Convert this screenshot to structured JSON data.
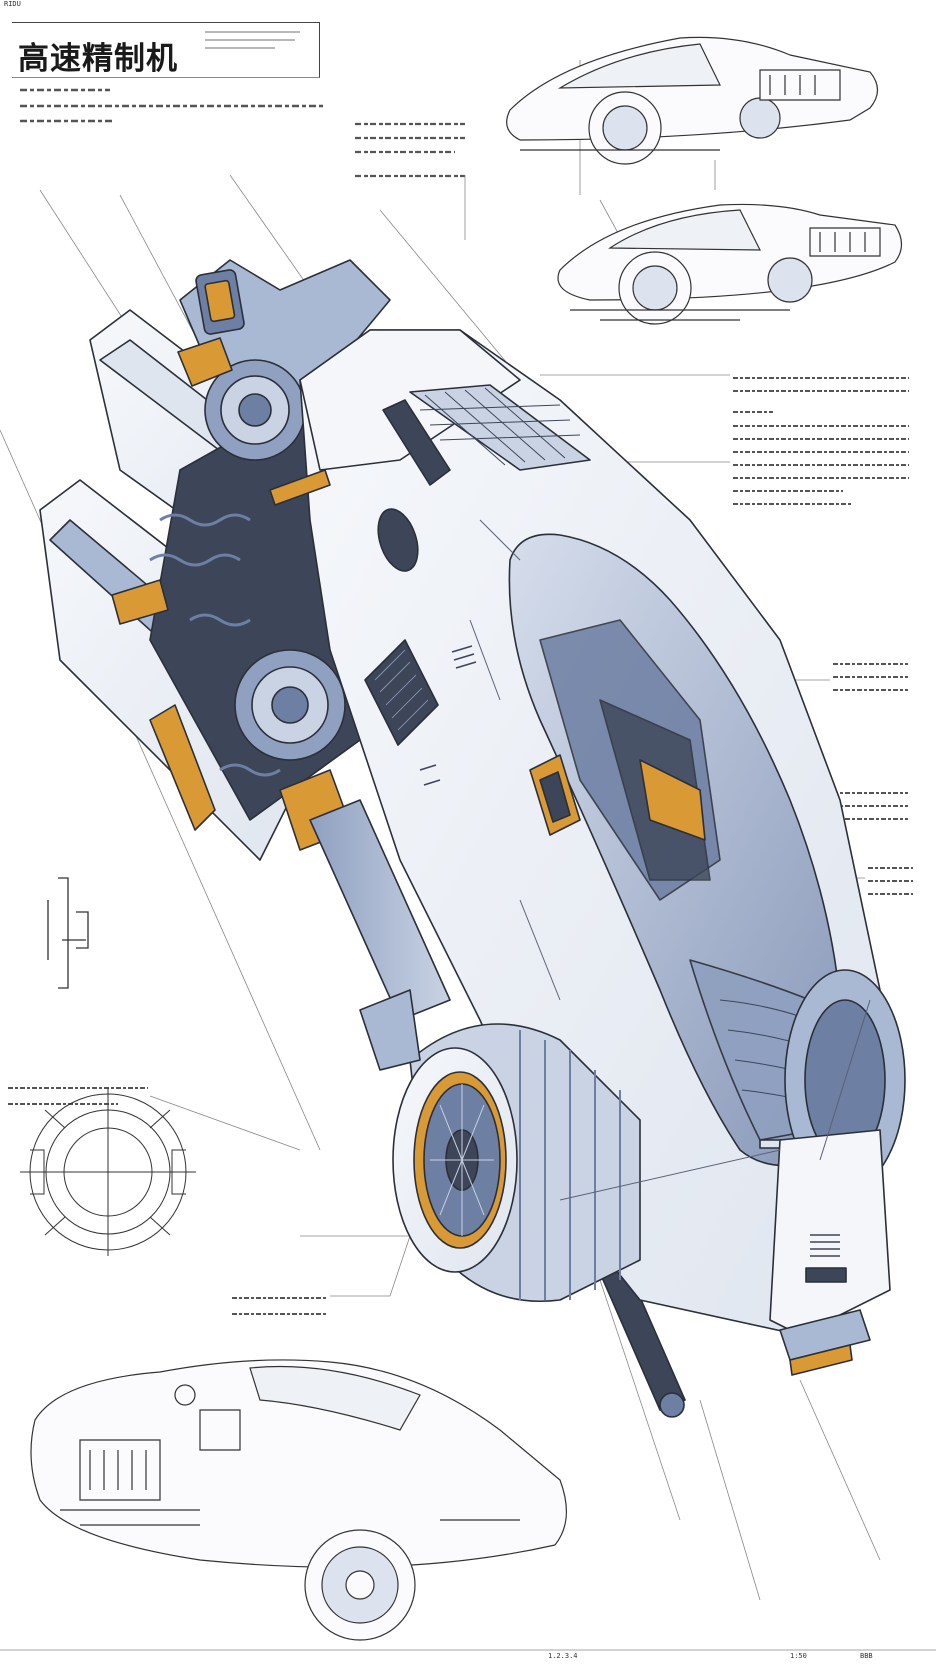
{
  "header": {
    "top_corner_code": "RIDU",
    "title": "高速精制机"
  },
  "footer": {
    "code_left": "1.2.3.4",
    "code_center": "1:50",
    "code_right": "BBB"
  },
  "palette": {
    "body_white": "#eef1f6",
    "steel_blue": "#a9b9d4",
    "shadow_blue": "#6d7fa3",
    "dark_metal": "#3d4658",
    "accent_orange": "#d99a36",
    "glass": "#b9c6dd",
    "line": "#2b2f38"
  },
  "icons": [
    "bolt-decal-icon",
    "vent-grille-icon",
    "wheel-hub-icon",
    "emblem-icon"
  ]
}
